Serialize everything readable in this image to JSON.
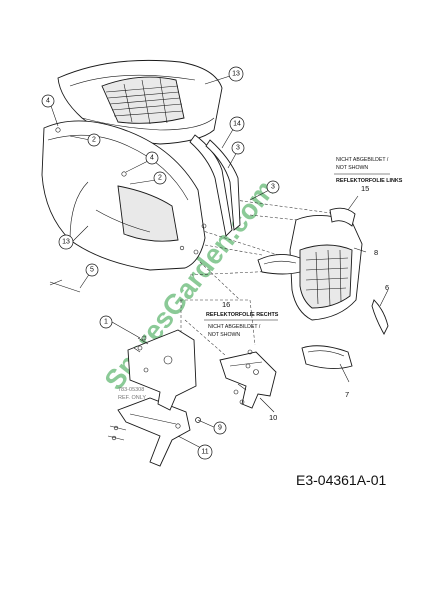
{
  "figure_code": "E3-04361A-01",
  "watermark": "SparesGarden.com",
  "callouts": {
    "c1": "1",
    "c2a": "2",
    "c2b": "2",
    "c3a": "3",
    "c3b": "3",
    "c4a": "4",
    "c4b": "4",
    "c5": "5",
    "c6": "6",
    "c7": "7",
    "c8": "8",
    "c9": "9",
    "c10": "10",
    "c11": "11",
    "c13a": "13",
    "c13b": "13",
    "c14": "14",
    "c15": "15",
    "c16": "16"
  },
  "notes": {
    "left_reflector_line1": "NICHT ABGEBILDET /",
    "left_reflector_line2": "NOT SHOWN",
    "left_reflector_title": "REFLEKTORFOLIE LINKS",
    "right_reflector_title": "REFLEKTORFOLIE RECHTS",
    "right_reflector_line1": "NICHT ABGEBILDET /",
    "right_reflector_line2": "NOT SHOWN",
    "ref_part_number": "783-05308",
    "ref_only": "REF. ONLY"
  }
}
